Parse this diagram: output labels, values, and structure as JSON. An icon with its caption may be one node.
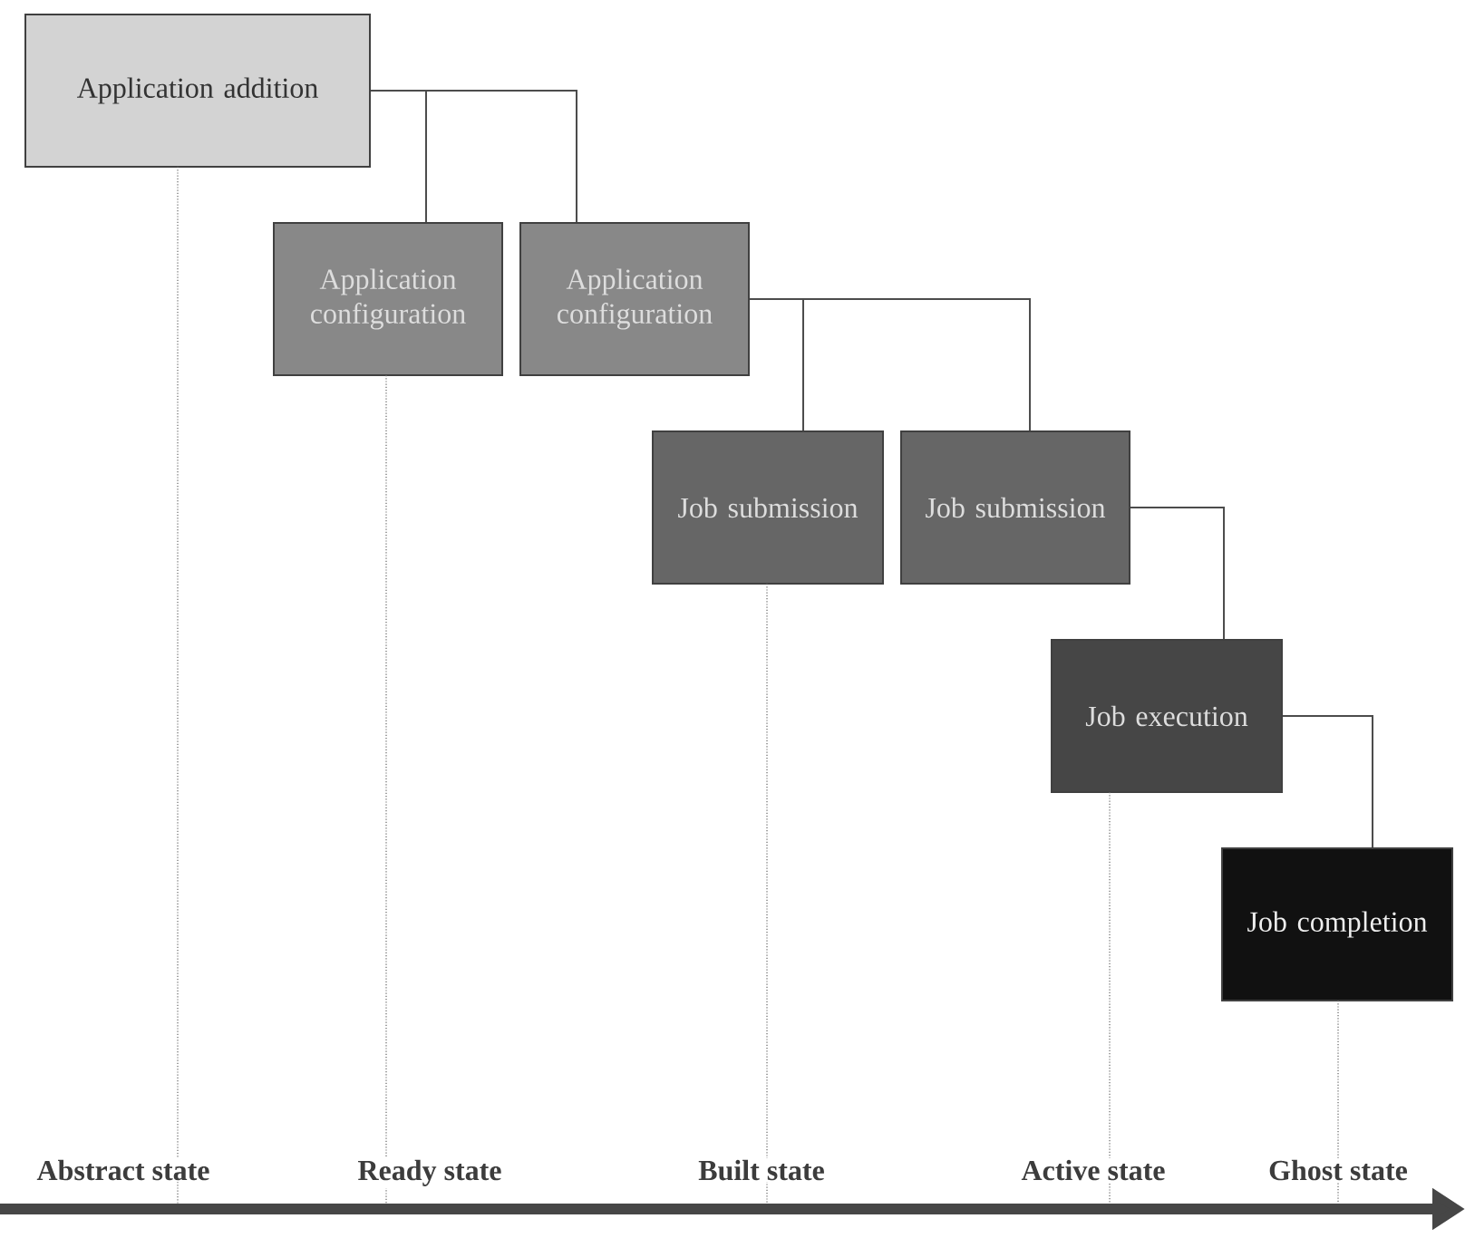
{
  "diagram": {
    "nodes": [
      {
        "text": [
          "Application addition"
        ]
      },
      {
        "text": [
          "Application configuration"
        ]
      },
      {
        "text": [
          "Application configuration"
        ]
      },
      {
        "text": [
          "Job submission"
        ]
      },
      {
        "text": [
          "Job submission"
        ]
      },
      {
        "text": [
          "Job execution"
        ]
      },
      {
        "text": [
          "Job completion"
        ]
      }
    ],
    "edges": [
      {
        "from": 0,
        "to": 1,
        "arrow": "none"
      },
      {
        "from": 0,
        "to": 2,
        "arrow": "none"
      },
      {
        "from": 2,
        "to": 3,
        "arrow": "none"
      },
      {
        "from": 2,
        "to": 4,
        "arrow": "none"
      },
      {
        "from": 4,
        "to": 5,
        "arrow": "none"
      },
      {
        "from": 5,
        "to": 6,
        "arrow": "none"
      }
    ],
    "labels": [
      "Abstract state",
      "Ready state",
      "Built state",
      "Active state",
      "Ghost state"
    ]
  }
}
